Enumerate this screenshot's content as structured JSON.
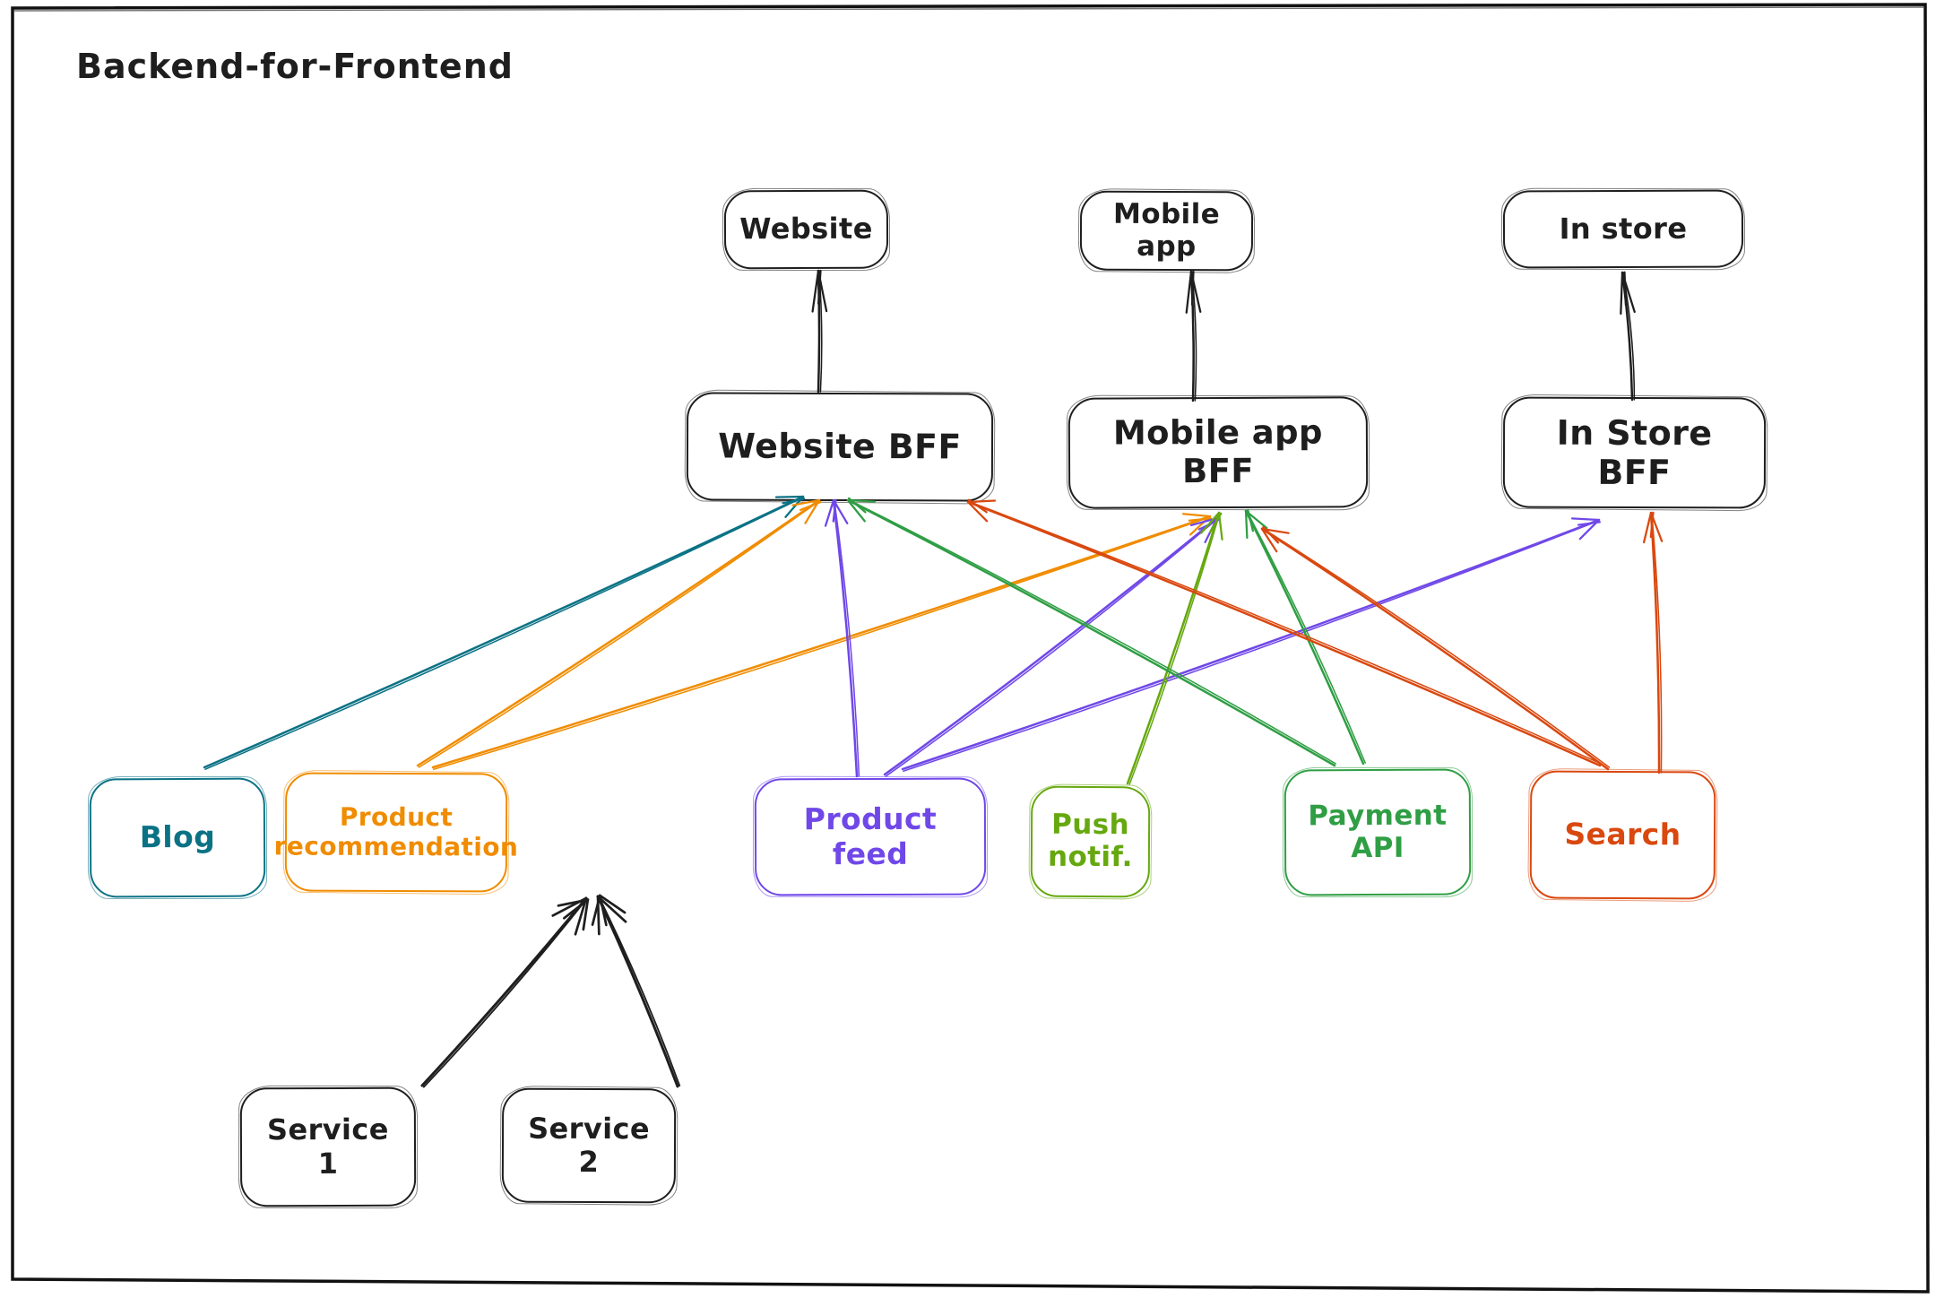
{
  "title": "Backend-for-Frontend",
  "diagram": {
    "nodes": [
      {
        "id": "website",
        "label": "Website",
        "color": "#1e1e1e",
        "row": "frontend"
      },
      {
        "id": "mobile-app",
        "label": "Mobile app",
        "color": "#1e1e1e",
        "row": "frontend"
      },
      {
        "id": "in-store",
        "label": "In store",
        "color": "#1e1e1e",
        "row": "frontend"
      },
      {
        "id": "website-bff",
        "label": "Website BFF",
        "color": "#1e1e1e",
        "row": "bff"
      },
      {
        "id": "mobile-app-bff",
        "label": "Mobile app BFF",
        "color": "#1e1e1e",
        "row": "bff"
      },
      {
        "id": "in-store-bff",
        "label": "In Store BFF",
        "color": "#1e1e1e",
        "row": "bff"
      },
      {
        "id": "blog",
        "label": "Blog",
        "color": "#0b7285",
        "row": "service"
      },
      {
        "id": "product-recommendation",
        "label": "Product recommendation",
        "color": "#f08c00",
        "row": "service"
      },
      {
        "id": "product-feed",
        "label": "Product feed",
        "color": "#7048e8",
        "row": "service"
      },
      {
        "id": "push-notif",
        "label": "Push notif.",
        "color": "#66a80f",
        "row": "service"
      },
      {
        "id": "payment-api",
        "label": "Payment API",
        "color": "#2f9e44",
        "row": "service"
      },
      {
        "id": "search",
        "label": "Search",
        "color": "#d9480f",
        "row": "service"
      },
      {
        "id": "service-1",
        "label": "Service 1",
        "color": "#1e1e1e",
        "row": "backend"
      },
      {
        "id": "service-2",
        "label": "Service 2",
        "color": "#1e1e1e",
        "row": "backend"
      }
    ],
    "edges": [
      {
        "from": "website-bff",
        "to": "website",
        "color": "#1e1e1e"
      },
      {
        "from": "mobile-app-bff",
        "to": "mobile-app",
        "color": "#1e1e1e"
      },
      {
        "from": "in-store-bff",
        "to": "in-store",
        "color": "#1e1e1e"
      },
      {
        "from": "blog",
        "to": "website-bff",
        "color": "#0b7285"
      },
      {
        "from": "product-recommendation",
        "to": "website-bff",
        "color": "#f08c00"
      },
      {
        "from": "product-recommendation",
        "to": "mobile-app-bff",
        "color": "#f08c00"
      },
      {
        "from": "product-feed",
        "to": "website-bff",
        "color": "#7048e8"
      },
      {
        "from": "product-feed",
        "to": "mobile-app-bff",
        "color": "#7048e8"
      },
      {
        "from": "product-feed",
        "to": "in-store-bff",
        "color": "#7048e8"
      },
      {
        "from": "push-notif",
        "to": "mobile-app-bff",
        "color": "#66a80f"
      },
      {
        "from": "payment-api",
        "to": "website-bff",
        "color": "#2f9e44"
      },
      {
        "from": "payment-api",
        "to": "mobile-app-bff",
        "color": "#2f9e44"
      },
      {
        "from": "search",
        "to": "website-bff",
        "color": "#d9480f"
      },
      {
        "from": "search",
        "to": "mobile-app-bff",
        "color": "#d9480f"
      },
      {
        "from": "search",
        "to": "in-store-bff",
        "color": "#d9480f"
      },
      {
        "from": "service-1",
        "to": "product-recommendation",
        "color": "#1e1e1e"
      },
      {
        "from": "service-2",
        "to": "product-recommendation",
        "color": "#1e1e1e"
      }
    ]
  }
}
